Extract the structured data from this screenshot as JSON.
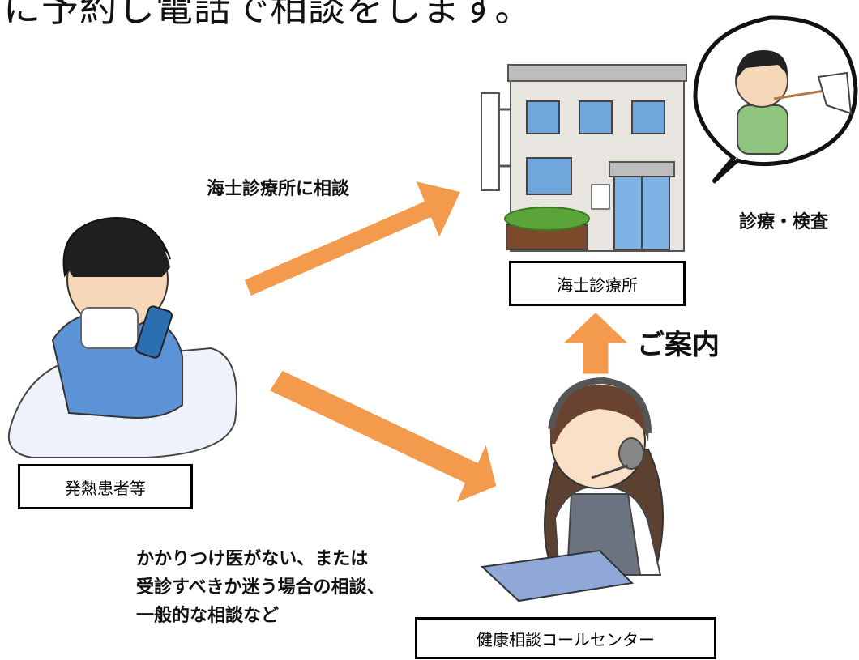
{
  "headline": "に予約し電話で相談をします。",
  "labels": {
    "patient": "発熱患者等",
    "clinic": "海士診療所",
    "call_center": "健康相談コールセンター"
  },
  "annotations": {
    "consult_clinic": "海士診療所に相談",
    "exam": "診療・検査",
    "guide": "ご案内",
    "call_center_note": [
      "かかりつけ医がない、または",
      "受診すべきか迷う場合の相談、",
      "一般的な相談など"
    ]
  },
  "colors": {
    "arrow": "#f39a4c",
    "arrow_stroke": "#ffffff"
  }
}
